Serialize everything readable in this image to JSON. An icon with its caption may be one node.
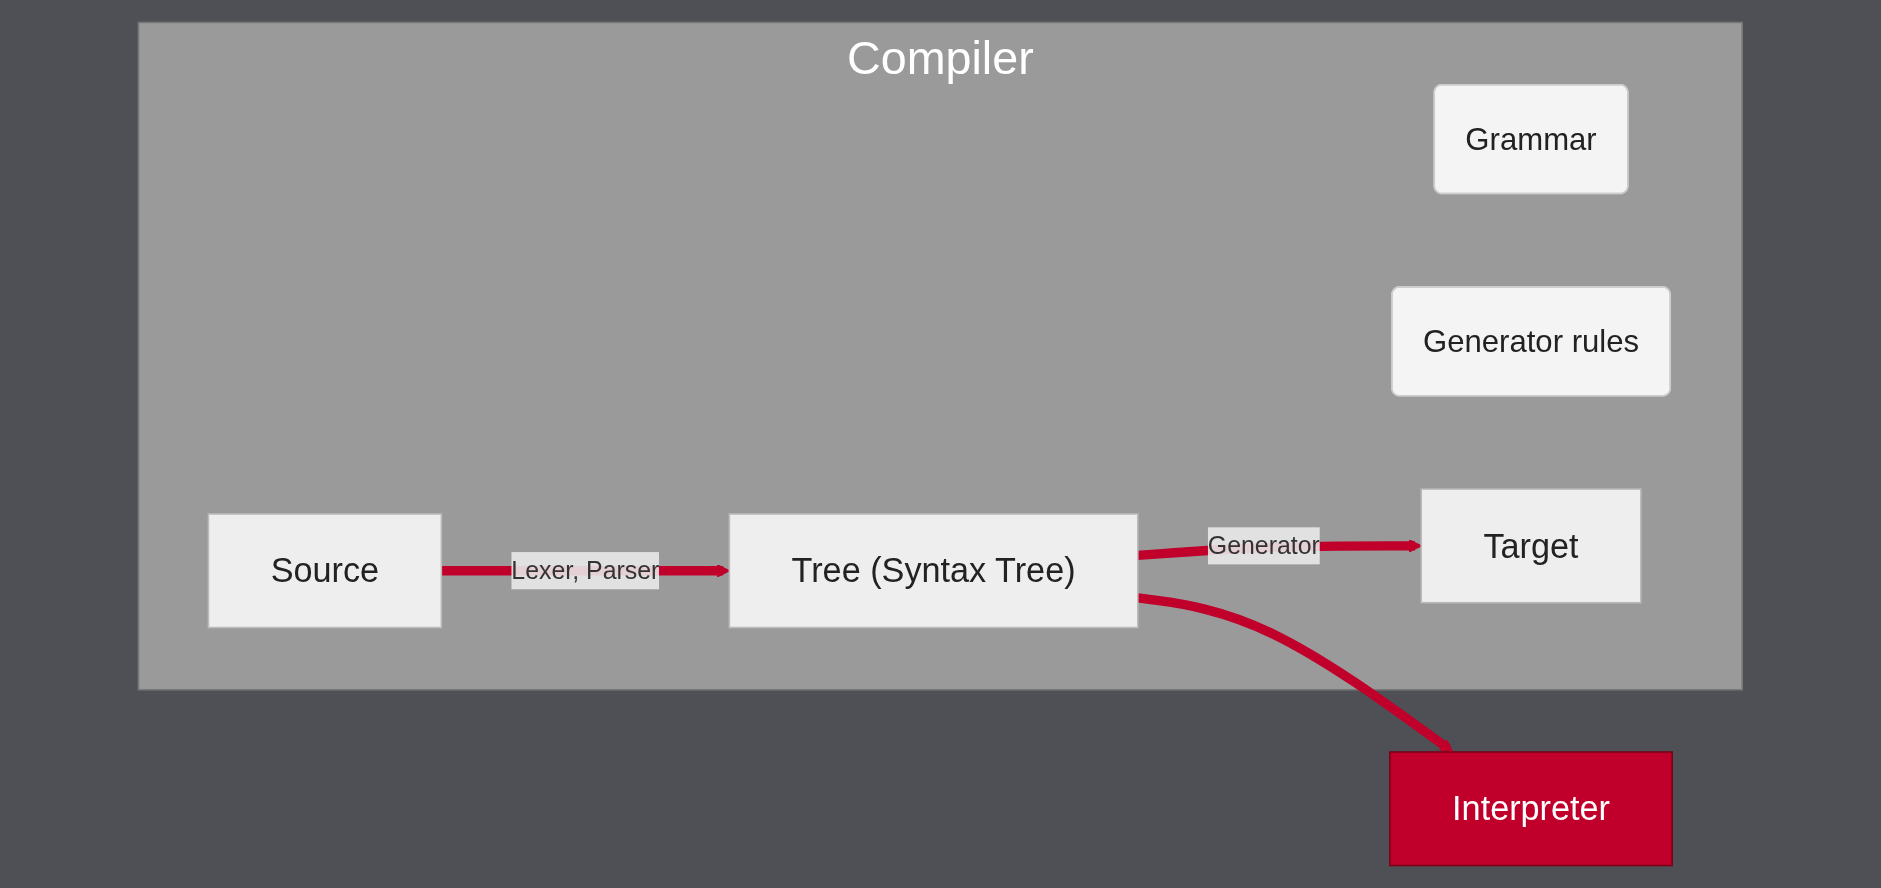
{
  "diagram": {
    "nodes": [
      {
        "text": [
          "Compiler"
        ]
      },
      {
        "text": [
          "Source"
        ],
        "in": 0
      },
      {
        "text": [
          "Grammar"
        ],
        "in": 0
      },
      {
        "text": [
          "Tree (Syntax Tree)"
        ],
        "in": 0
      },
      {
        "text": [
          "Generator rules"
        ],
        "in": 0
      },
      {
        "text": [
          "Target"
        ],
        "in": 0
      },
      {
        "text": [
          "Interpreter"
        ]
      }
    ],
    "edges": [
      {
        "from": 1,
        "to": 3,
        "arrow": "to",
        "label": "Lexer, Parser"
      },
      {
        "from": 3,
        "to": 5,
        "arrow": "to",
        "label": "Generator"
      },
      {
        "from": 3,
        "to": 6,
        "arrow": "to"
      }
    ]
  }
}
